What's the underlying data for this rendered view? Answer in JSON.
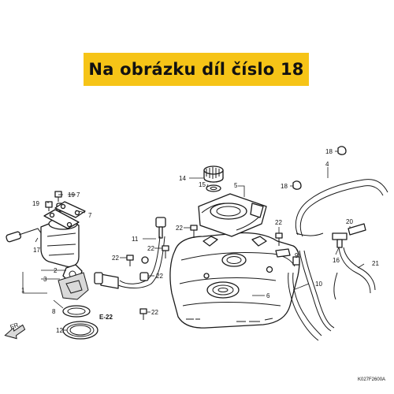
{
  "banner": {
    "text": "Na obrázku díl číslo 18"
  },
  "diagram": {
    "callouts": {
      "p1": "1",
      "p2": "2",
      "p3": "3",
      "p4": "4",
      "p5": "5",
      "p6": "6",
      "p7a": "7",
      "p7b": "7",
      "p8": "8",
      "p9": "9",
      "p10": "10",
      "p11": "11",
      "p12": "12",
      "p14": "14",
      "p15": "15",
      "p16": "16",
      "p17": "17",
      "p18a": "18",
      "p18b": "18",
      "p19a": "19",
      "p19b": "19",
      "p20": "20",
      "p21": "21",
      "p22a": "22",
      "p22b": "22",
      "p22c": "22",
      "p22d": "22",
      "p22e": "22",
      "p22f": "22"
    },
    "reference": "E-22",
    "front_marker": "FR.",
    "drawing_code": "K027F2600A"
  },
  "colors": {
    "banner_bg": "#f6c417",
    "line": "#1a1a1a",
    "background": "#ffffff"
  }
}
